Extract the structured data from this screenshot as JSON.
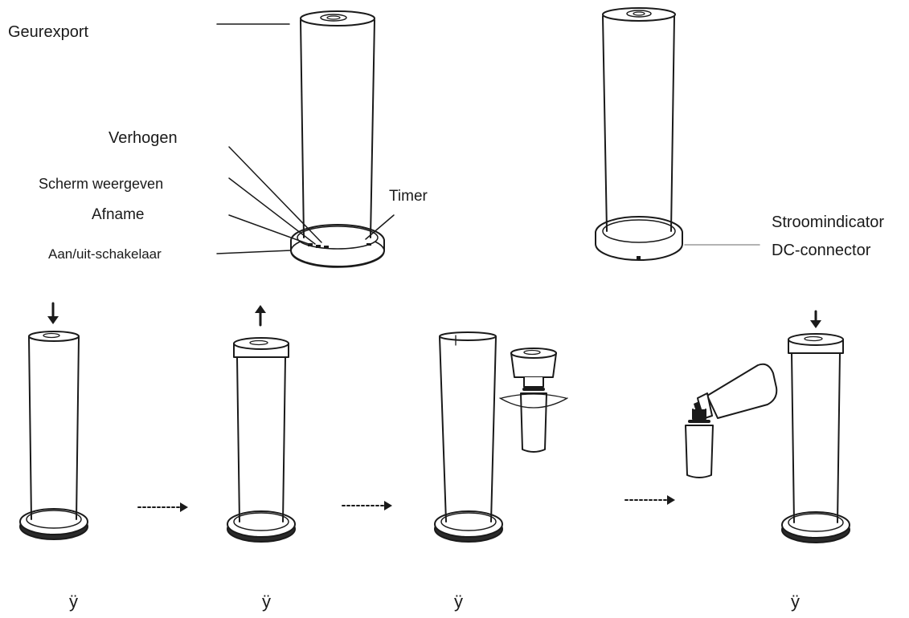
{
  "labels": {
    "geurexport": "Geurexport",
    "verhogen": "Verhogen",
    "scherm": "Scherm  weergeven",
    "afname": "Afname",
    "aan_uit": "Aan/uit-schakelaar",
    "timer": "Timer",
    "stroomindicator": "Stroomindicator",
    "dc_connector": "DC-connector"
  },
  "steps": [
    {
      "marker": "ÿ"
    },
    {
      "marker": "ÿ"
    },
    {
      "marker": "ÿ"
    },
    {
      "marker": "ÿ"
    }
  ],
  "colors": {
    "line": "#1a1a1a",
    "base_dark": "#2a2a2a",
    "leader_gray": "#9a9a9a"
  }
}
